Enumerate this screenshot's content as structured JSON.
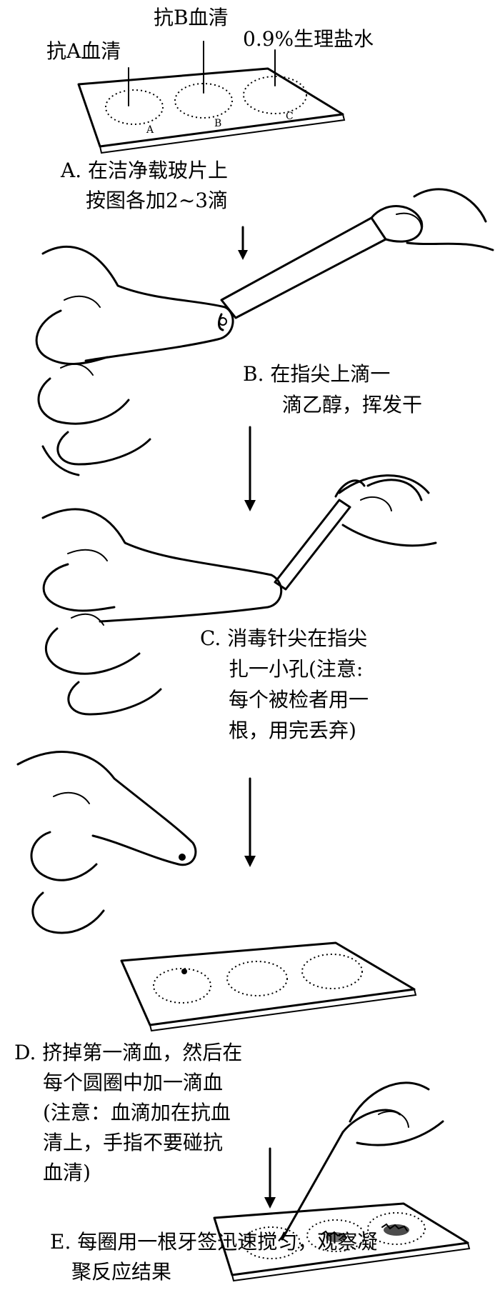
{
  "reagents": {
    "anti_a": "抗A血清",
    "anti_b": "抗B血清",
    "saline": "0.9%生理盐水"
  },
  "slide_letters": {
    "a": "A",
    "b": "B",
    "c": "C"
  },
  "steps": {
    "a": {
      "line1": "A. 在洁净载玻片上",
      "line2": "按图各加2~3滴"
    },
    "b": {
      "line1": "B. 在指尖上滴一",
      "line2": "滴乙醇，挥发干"
    },
    "c": {
      "line1": "C. 消毒针尖在指尖",
      "line2": "扎一小孔(注意:",
      "line3": "每个被检者用一",
      "line4": "根，用完丢弃)"
    },
    "d": {
      "line1": "D. 挤掉第一滴血，然后在",
      "line2": "每个圆圈中加一滴血",
      "line3": "(注意：血滴加在抗血",
      "line4": "清上，手指不要碰抗",
      "line5": "血清)"
    },
    "e": {
      "line1": "E. 每圈用一根牙签迅速搅匀，观察凝",
      "line2": "聚反应结果"
    }
  }
}
